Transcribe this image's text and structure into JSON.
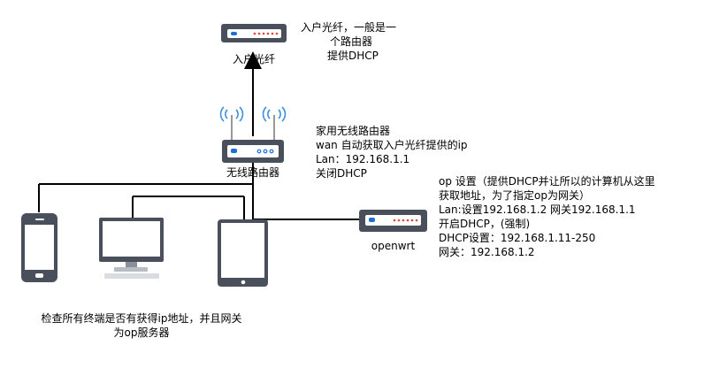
{
  "colors": {
    "device_body": "#4a4f5c",
    "device_panel": "#ffffff",
    "led_blue": "#1f6fd1",
    "led_red": "#e0443a",
    "line": "#000000",
    "wifi_blue": "#3d8fe0"
  },
  "icons": {
    "fiber_router": "router-icon",
    "wireless_router": "wireless-router-icon",
    "openwrt_router": "router-icon",
    "phone": "smartphone-icon",
    "desktop": "desktop-monitor-icon",
    "tablet": "tablet-icon"
  },
  "nodes": {
    "fiber": {
      "label": "入户光纤",
      "note": [
        "入户光纤，一般是一",
        "个路由器",
        "提供DHCP"
      ]
    },
    "wireless": {
      "label": "无线路由器",
      "note": [
        "家用无线路由器",
        "wan 自动获取入户光纤提供的ip",
        "Lan：192.168.1.1",
        "关闭DHCP"
      ]
    },
    "openwrt": {
      "label": "openwrt",
      "note": [
        "op 设置（提供DHCP并让所以的计算机从这里",
        "获取地址，为了指定op为网关）",
        "Lan:设置192.168.1.2 网关192.168.1.1",
        "开启DHCP，(强制)",
        "DHCP设置：192.168.1.11-250",
        "网关：192.168.1.2"
      ]
    },
    "clients": {
      "note": [
        "检查所有终端是否有获得ip地址，并且网关",
        "为op服务器"
      ]
    }
  }
}
